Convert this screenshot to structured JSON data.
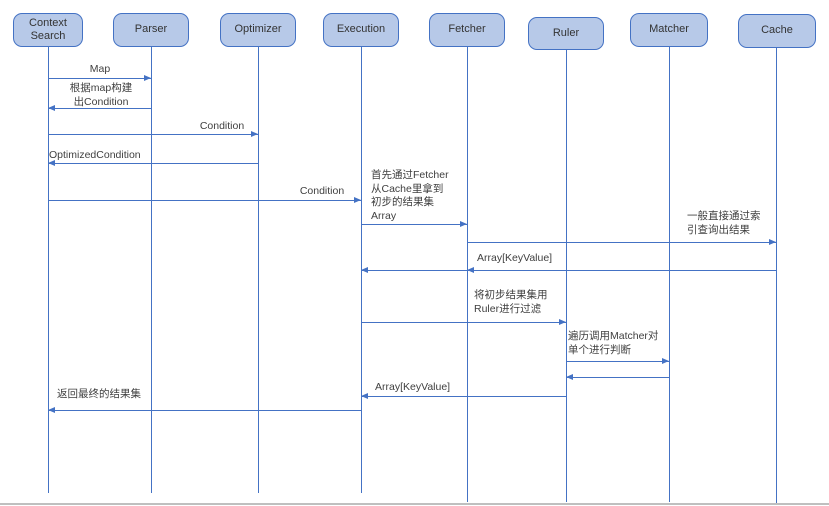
{
  "diagram": {
    "type": "sequence-diagram",
    "colors": {
      "box_fill": "#b7c9e8",
      "box_border": "#4472c4",
      "arrow_line": "#4472c4",
      "label_text": "#404040",
      "bottom_rule": "#bfbfbf"
    },
    "actors": [
      {
        "label": "Context Search"
      },
      {
        "label": "Parser"
      },
      {
        "label": "Optimizer"
      },
      {
        "label": "Execution"
      },
      {
        "label": "Fetcher"
      },
      {
        "label": "Ruler"
      },
      {
        "label": "Matcher"
      },
      {
        "label": "Cache"
      }
    ],
    "messages": [
      {
        "from": "Context Search",
        "to": "Parser",
        "label": "Map"
      },
      {
        "from": "Parser",
        "to": "Context Search",
        "label": "根据map构建\n出Condition"
      },
      {
        "from": "Context Search",
        "to": "Optimizer",
        "label": "Condition"
      },
      {
        "from": "Optimizer",
        "to": "Context Search",
        "label": "OptimizedCondition"
      },
      {
        "from": "Context Search",
        "to": "Execution",
        "label": "Condition"
      },
      {
        "from": "Execution",
        "to": "Fetcher",
        "label": "首先通过Fetcher\n从Cache里拿到\n初步的结果集\nArray"
      },
      {
        "from": "Fetcher",
        "to": "Cache",
        "label": "一般直接通过索\n引查询出结果"
      },
      {
        "from": "Cache",
        "to": "Fetcher",
        "label": "Array[KeyValue]"
      },
      {
        "from": "Fetcher",
        "to": "Execution",
        "label": ""
      },
      {
        "from": "Execution",
        "to": "Ruler",
        "label": "将初步结果集用\nRuler进行过滤"
      },
      {
        "from": "Ruler",
        "to": "Matcher",
        "label": "遍历调用Matcher对\n单个进行判断"
      },
      {
        "from": "Matcher",
        "to": "Ruler",
        "label": ""
      },
      {
        "from": "Ruler",
        "to": "Execution",
        "label": "Array[KeyValue]"
      },
      {
        "from": "Execution",
        "to": "Context Search",
        "label": "返回最终的结果集"
      }
    ]
  }
}
